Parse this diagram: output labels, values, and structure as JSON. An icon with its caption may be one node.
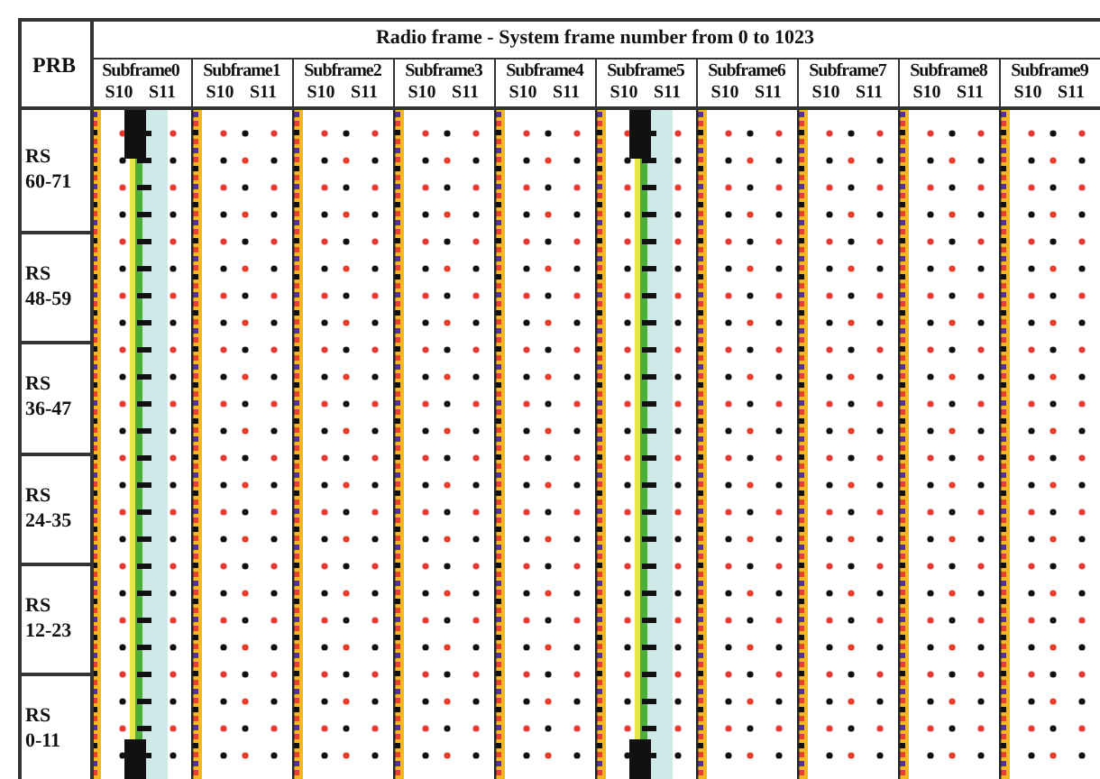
{
  "diagram": {
    "labels": [
      "PRB",
      "Radio frame - System frame number from 0 to 1023",
      "Subframe0",
      "Subframe1",
      "Subframe2",
      "Subframe3",
      "Subframe4",
      "Subframe5",
      "Subframe6",
      "Subframe7",
      "Subframe8",
      "Subframe9",
      "S10",
      "S11",
      "S10",
      "S11",
      "S10",
      "S11",
      "S10",
      "S11",
      "S10",
      "S11",
      "S10",
      "S11",
      "S10",
      "S11",
      "S10",
      "S11",
      "S10",
      "S11",
      "S10",
      "S11",
      "RS 60-71",
      "RS 48-59",
      "RS 36-47",
      "RS 24-35",
      "RS 12-23",
      "RS 0-11"
    ]
  }
}
